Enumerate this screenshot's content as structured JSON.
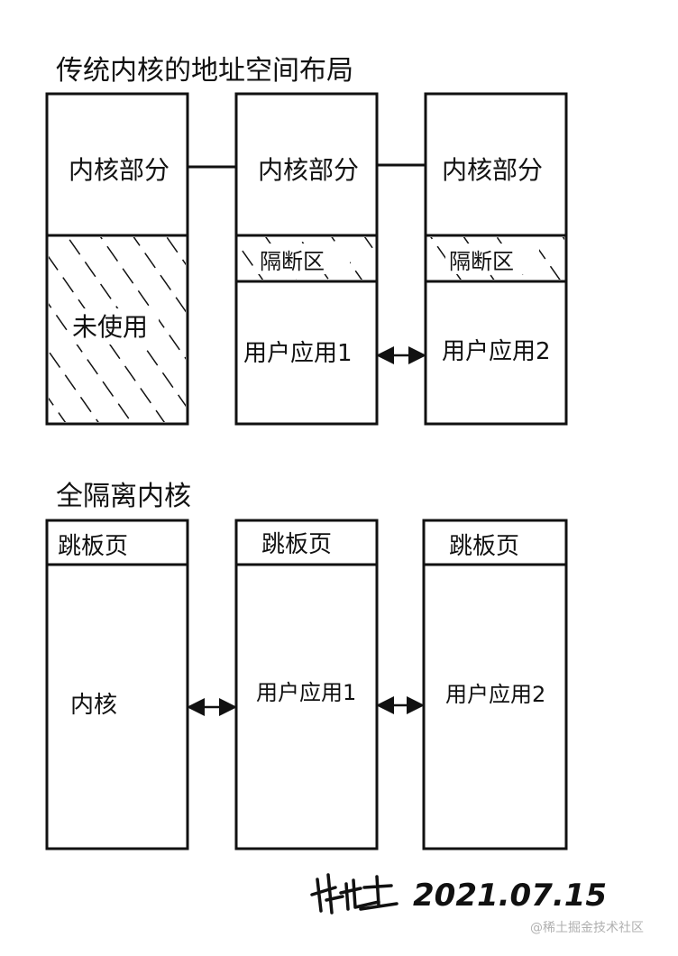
{
  "section1": {
    "title": "传统内核的地址空间布局",
    "col1": {
      "kernel": "内核部分",
      "unused": "未使用"
    },
    "col2": {
      "kernel": "内核部分",
      "gap": "隔断区",
      "app": "用户应用1"
    },
    "col3": {
      "kernel": "内核部分",
      "gap": "隔断区",
      "app": "用户应用2"
    }
  },
  "section2": {
    "title": "全隔离内核",
    "col1": {
      "trampoline": "跳板页",
      "kernel": "内核"
    },
    "col2": {
      "trampoline": "跳板页",
      "app": "用户应用1"
    },
    "col3": {
      "trampoline": "跳板页",
      "app": "用户应用2"
    }
  },
  "signature_date": "2021.07.15",
  "watermark": "@稀土掘金技术社区",
  "colors": {
    "ink": "#111111",
    "watermark": "#b0b0b0"
  }
}
